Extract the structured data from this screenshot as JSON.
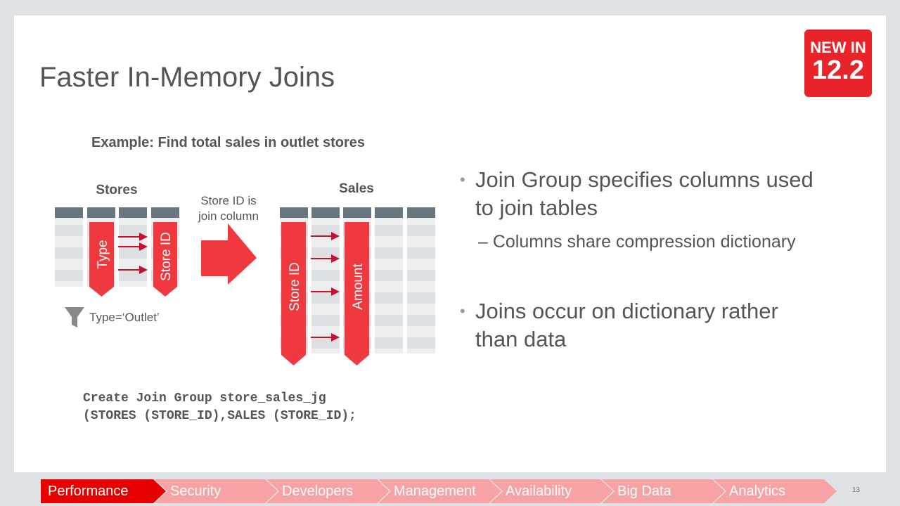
{
  "title": "Faster In-Memory Joins",
  "badge": {
    "line1": "NEW IN",
    "line2": "12.2"
  },
  "example": "Example: Find total sales in outlet stores",
  "diagram": {
    "stores_label": "Stores",
    "sales_label": "Sales",
    "join_note_1": "Store ID is",
    "join_note_2": "join column",
    "type_col": "Type",
    "store_id_col": "Store ID",
    "sales_store_id_col": "Store ID",
    "amount_col": "Amount",
    "filter": "Type=‘Outlet’",
    "accent": "#f0393e"
  },
  "code": {
    "line1": "Create Join Group store_sales_jg",
    "line2": "(STORES (STORE_ID),SALES (STORE_ID);"
  },
  "bullets": [
    {
      "text_1": "Join Group specifies columns used",
      "text_2": "to join tables",
      "sub": "– Columns share compression dictionary"
    },
    {
      "text_1": "Joins occur on dictionary rather",
      "text_2": "than data"
    }
  ],
  "nav": [
    "Performance",
    "Security",
    "Developers",
    "Management",
    "Availability",
    "Big Data",
    "Analytics"
  ],
  "page_number": "13"
}
